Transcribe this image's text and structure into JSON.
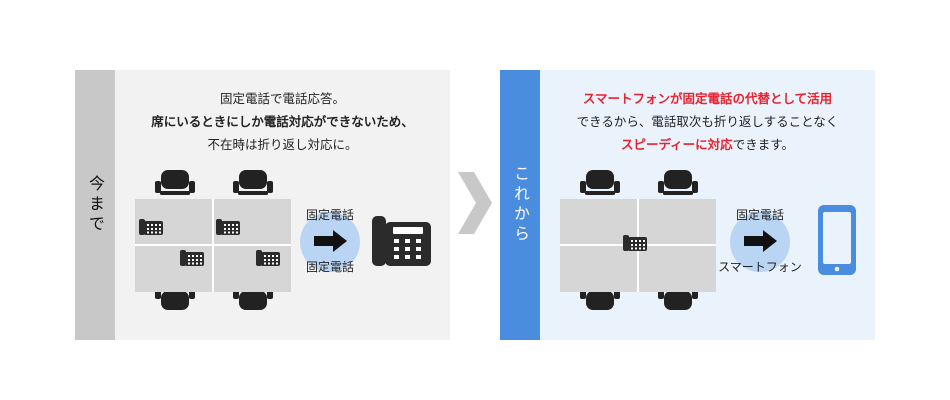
{
  "before": {
    "label": "今まで",
    "line1": "固定電話で電話応答。",
    "line2": "席にいるときにしか電話対応ができないため、",
    "line3": "不在時は折り返し対応に。",
    "from_label": "固定電話",
    "to_label": "固定電話"
  },
  "after": {
    "label": "これから",
    "line1": "スマートフォンが固定電話の代替として活用",
    "line2": "できるから、電話取次も折り返しすることなく",
    "line3_red": "スピーディーに対応",
    "line3_rest": "できます。",
    "from_label": "固定電話",
    "to_label": "スマートフォン"
  },
  "colors": {
    "left_label_bg": "#c8c8c8",
    "right_label_bg": "#4a8cde",
    "highlight_red": "#e8222e",
    "arrow_circle": "#b9d5f3",
    "phone_blue": "#4a8cde"
  },
  "icons": [
    "chair-icon",
    "desk-phone-icon",
    "arrow-right-icon",
    "smartphone-icon",
    "chevron-right-icon"
  ]
}
